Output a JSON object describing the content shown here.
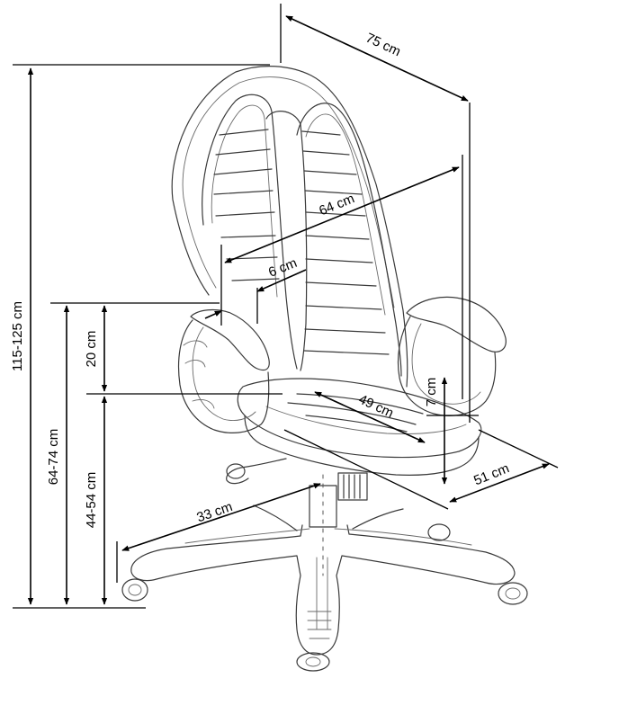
{
  "dimensions": {
    "total_height": "115-125 cm",
    "armrest_height": "64-74 cm",
    "seat_height": "44-54 cm",
    "armrest_above_seat": "20 cm",
    "total_width": "75 cm",
    "backrest_width": "64 cm",
    "armrest_width": "6 cm",
    "seat_depth": "49 cm",
    "seat_thickness": "7 cm",
    "seat_width": "51 cm",
    "base_radius": "33 cm"
  }
}
